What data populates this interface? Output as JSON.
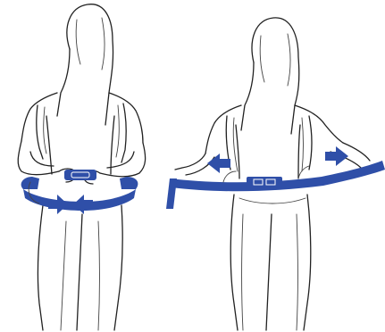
{
  "illustration": {
    "panels": [
      {
        "name": "left-panel",
        "step": "tighten-belt",
        "arrows": [
          "arrow-right",
          "arrow-left"
        ]
      },
      {
        "name": "right-panel",
        "step": "loosen-belt",
        "arrows": [
          "arrow-left",
          "arrow-right"
        ]
      }
    ],
    "colors": {
      "strap": "#2f4fa8",
      "arrow": "#2f4fa8",
      "outline": "#222222",
      "background": "#ffffff"
    }
  }
}
